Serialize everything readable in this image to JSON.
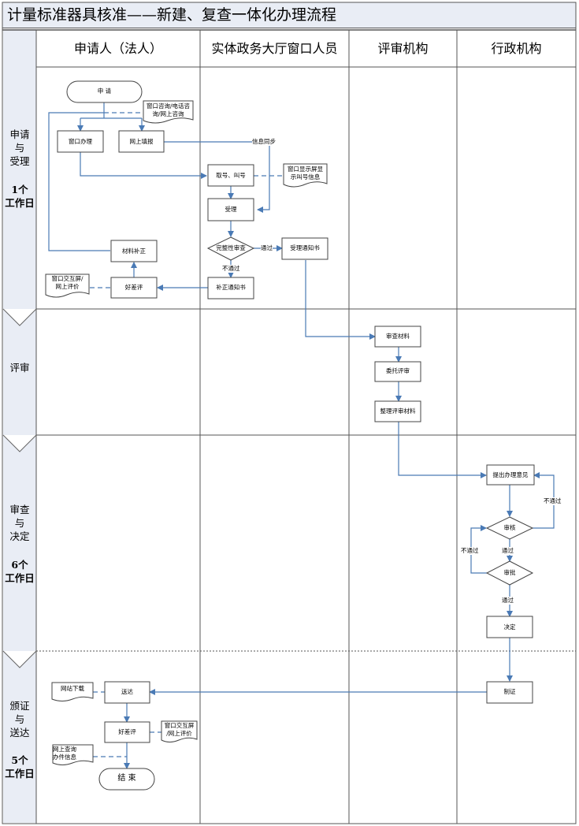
{
  "title": "计量标准器具核准——新建、复查一体化办理流程",
  "lanes": [
    "申请人（法人）",
    "实体政务大厅窗口人员",
    "评审机构",
    "行政机构"
  ],
  "stages": [
    {
      "name": "申请\n与\n受理",
      "days": "1个\n工作日"
    },
    {
      "name": "评审",
      "days": ""
    },
    {
      "name": "审查\n与\n决定",
      "days": "6个\n工作日"
    },
    {
      "name": "颁证\n与\n送达",
      "days": "5个\n工作日"
    }
  ],
  "nodes": {
    "apply": "申 请",
    "consult_doc": "窗口咨询/电话咨\n询/网上咨询",
    "window_handle": "窗口办理",
    "online_fill": "网上填报",
    "info_sync": "信息同步",
    "take_number": "取号、叫号",
    "screen_doc": "窗口显示屏显\n示叫号信息",
    "accept": "受理",
    "completeness": "完整性审查",
    "pass1": "通过",
    "accept_notice": "受理通知书",
    "not_pass1": "不通过",
    "correction_notice": "补正通知书",
    "rating1": "好差评",
    "rating_doc1": "窗口交互屏/\n网上评价",
    "material_fix": "材料补正",
    "review_material": "审查材料",
    "entrust_review": "委托评审",
    "organize_material": "整理评审材料",
    "propose_opinion": "提出办理意见",
    "audit": "审核",
    "not_pass2": "不通过",
    "not_pass3": "不通过",
    "pass2": "通过",
    "approve": "审批",
    "pass3": "通过",
    "decide": "决定",
    "make_cert": "制证",
    "deliver": "送达",
    "web_download": "网站下载",
    "rating2": "好差评",
    "rating_doc2": "窗口交互屏\n/网上评价",
    "online_query": "网上查询\n办件信息",
    "end": "结 束"
  }
}
